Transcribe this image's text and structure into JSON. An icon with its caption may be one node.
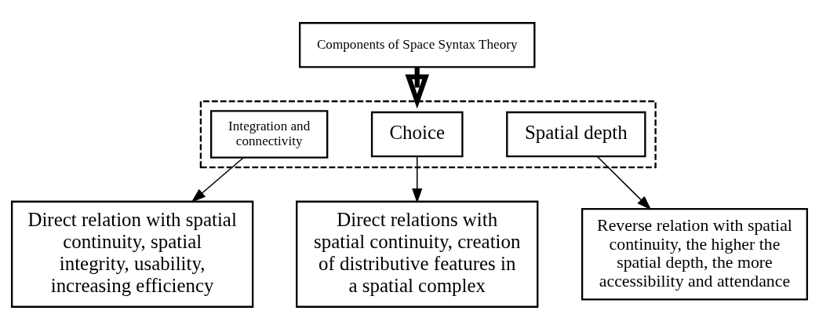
{
  "diagram": {
    "nodes": [
      {
        "text": [
          "Components of Space Syntax Theory"
        ]
      },
      {
        "text": [],
        "shape": "box"
      },
      {
        "text": [
          "Integration and connectivity"
        ],
        "in": 1
      },
      {
        "text": [
          "Choice"
        ],
        "in": 1
      },
      {
        "text": [
          "Spatial depth"
        ],
        "in": 1
      },
      {
        "text": [
          "Direct relation with spatial continuity, spatial integrity, usability, increasing efficiency"
        ]
      },
      {
        "text": [
          "Direct relations with spatial continuity, creation of distributive features in a spatial complex"
        ]
      },
      {
        "text": [
          "Reverse relation with spatial continuity, the higher the spatial depth, the more accessibility and attendance"
        ]
      }
    ],
    "edges": [
      {
        "from": 0,
        "to": 1,
        "arrow": "to",
        "style": "thick"
      },
      {
        "from": 2,
        "to": 5,
        "arrow": "to"
      },
      {
        "from": 3,
        "to": 6,
        "arrow": "to"
      },
      {
        "from": 4,
        "to": 7,
        "arrow": "to"
      }
    ]
  }
}
